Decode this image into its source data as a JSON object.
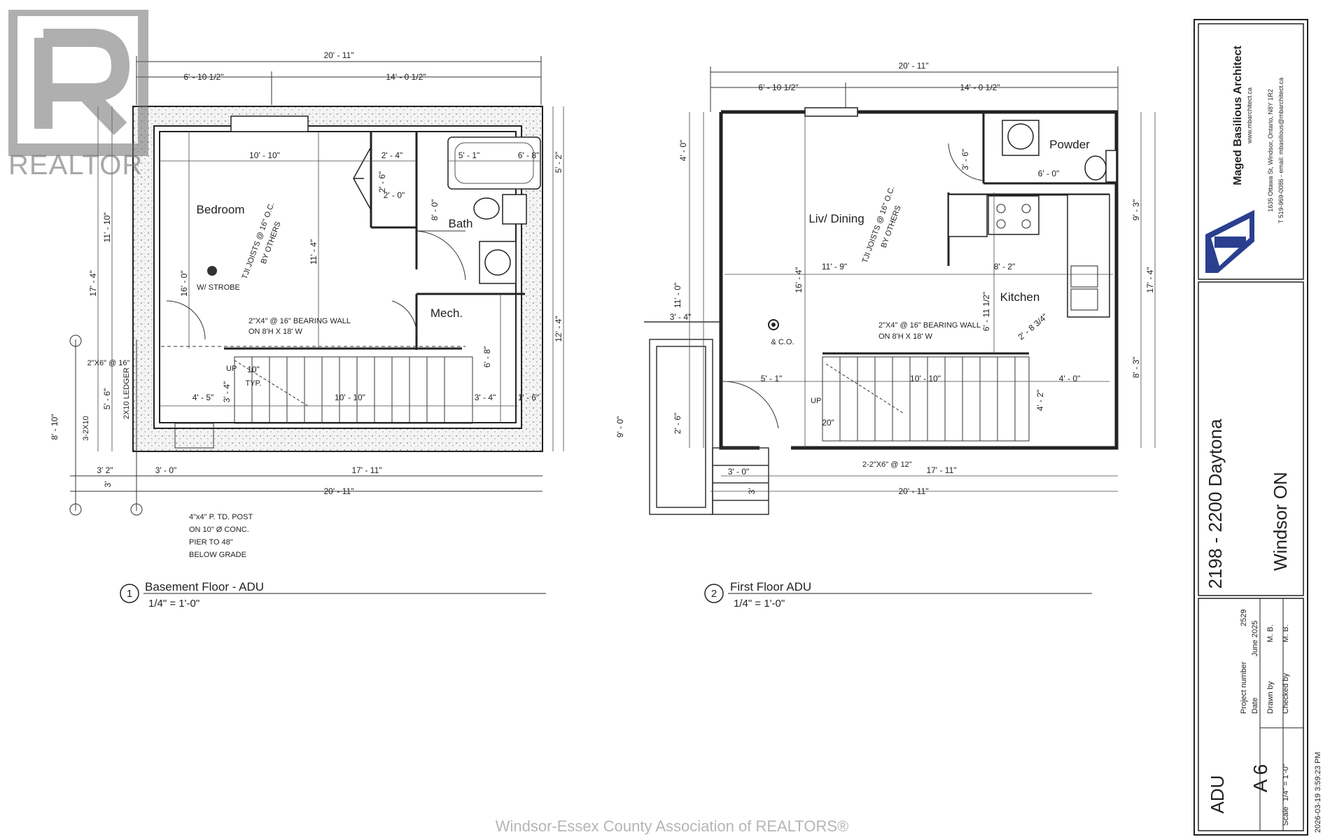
{
  "watermark": {
    "brand": "REALTOR",
    "footer": "Windsor-Essex County Association of REALTORS®"
  },
  "basement": {
    "dims": {
      "overall_top": "20' - 11\"",
      "left_seg": "6' - 10 1/2\"",
      "right_seg": "14' - 0 1/2\"",
      "bed_width": "10' - 10\"",
      "closet_w1": "2' - 4\"",
      "closet_w2": "2' - 0\"",
      "closet_d": "2' - 6\"",
      "bath_w": "5' - 1\"",
      "bath_r": "6' - 8\"",
      "bath_d": "8' - 0\"",
      "height_mid": "11' - 4\"",
      "bed_depth": "16' - 0\"",
      "left_11_10": "11' - 10\"",
      "left_17_4": "17' - 4\"",
      "left_5_6": "5' - 6\"",
      "left_8_10": "8' - 10\"",
      "right_5_2": "5' - 2\"",
      "right_12_4": "12' - 4\"",
      "mech_d": "6' - 8\"",
      "stair_4_5": "4' - 5\"",
      "stair_3_4a": "3' - 4\"",
      "stair_10_10": "10' - 10\"",
      "stair_3_4b": "3' - 4\"",
      "stair_1_6": "1' - 6\"",
      "step_10": "10\"",
      "step_typ": "TYP.",
      "bot_3_2": "3' 2\"",
      "bot_3_0": "3' - 0\"",
      "bot_17_11": "17' - 11\"",
      "bot_20_11": "20' - 11\"",
      "bot_3_v": "3'"
    },
    "rooms": {
      "bedroom": "Bedroom",
      "bath": "Bath",
      "mech": "Mech."
    },
    "notes": {
      "joists": "TJI JOISTS @ 16\" O.C.",
      "by_others": "BY OTHERS",
      "strobe": "W/ STROBE",
      "bearing1": "2\"X4\" @ 16\" BEARING WALL",
      "bearing2": "ON 8'H X 18' W",
      "ledger": "2X10 LEDGER",
      "beam": "3-2X10",
      "stud": "2\"X6\" @ 16\"",
      "up": "UP",
      "post1": "4\"x4\" P. TD. POST",
      "post2": "ON 10\" Ø CONC.",
      "post3": "PIER TO 48\"",
      "post4": "BELOW GRADE"
    },
    "title": {
      "num": "1",
      "name": "Basement Floor - ADU",
      "scale": "1/4\" = 1'-0\""
    }
  },
  "first": {
    "dims": {
      "overall_top": "20' - 11\"",
      "left_seg": "6' - 10 1/2\"",
      "right_seg": "14' - 0 1/2\"",
      "left_4_0": "4' - 0\"",
      "powder_w": "6' - 0\"",
      "powder_d": "3' - 6\"",
      "liv_w": "11' - 9\"",
      "kit_w": "8' - 2\"",
      "kit_d": "6' - 11 1/2\"",
      "liv_d": "16' - 4\"",
      "right_9_3": "9' - 3\"",
      "right_17_4": "17' - 4\"",
      "right_8_3": "8' - 3\"",
      "left_11_0": "11' - 0\"",
      "left_3_4": "3' - 4\"",
      "left_9_0": "9' - 0\"",
      "left_2_6": "2' - 6\"",
      "diag": "2' - 8 3/4\"",
      "stair_5_1": "5' - 1\"",
      "stair_10_10": "10' - 10\"",
      "stair_4_0": "4' - 0\"",
      "stair_4_2": "4' - 2\"",
      "step_20": "20\"",
      "bot_17_11": "17' - 11\"",
      "bot_20_11": "20' - 11\"",
      "porch_3_0": "3' - 0\"",
      "porch_3": "3'"
    },
    "rooms": {
      "powder": "Powder",
      "liv": "Liv/ Dining",
      "kitchen": "Kitchen"
    },
    "notes": {
      "joists": "TJI JOISTS @ 16\" O.C.",
      "by_others": "BY OTHERS",
      "co": "& C.O.",
      "bearing1": "2\"X4\" @ 16\" BEARING WALL",
      "bearing2": "ON 8'H X 18' W",
      "beam": "2-2\"X6\" @ 12\"",
      "up": "UP"
    },
    "title": {
      "num": "2",
      "name": "First Floor ADU",
      "scale": "1/4\" = 1'-0\""
    }
  },
  "title_block": {
    "architect": "Maged Basilious Architect",
    "address": "1635 Ottawa St, Windsor, Ontario, N8Y 1R2",
    "contact": "T 519-969-0086 - email: mbasilious@mbarchitect.ca",
    "website": "www.mbarchitect.ca",
    "project_address": "2198 - 2200 Daytona",
    "city": "Windsor ON",
    "project_number_label": "Project number",
    "project_number": "2529",
    "date_label": "Date",
    "date": "June 2025",
    "drawn_label": "Drawn by",
    "drawn": "M. B.",
    "checked_label": "Checked by",
    "checked": "M. B.",
    "sheet_name": "ADU",
    "sheet_number": "A 6",
    "scale_label": "Scale",
    "scale": "1/4\" = 1'-0\"",
    "timestamp": "2026-03-19 3:59:23 PM"
  }
}
